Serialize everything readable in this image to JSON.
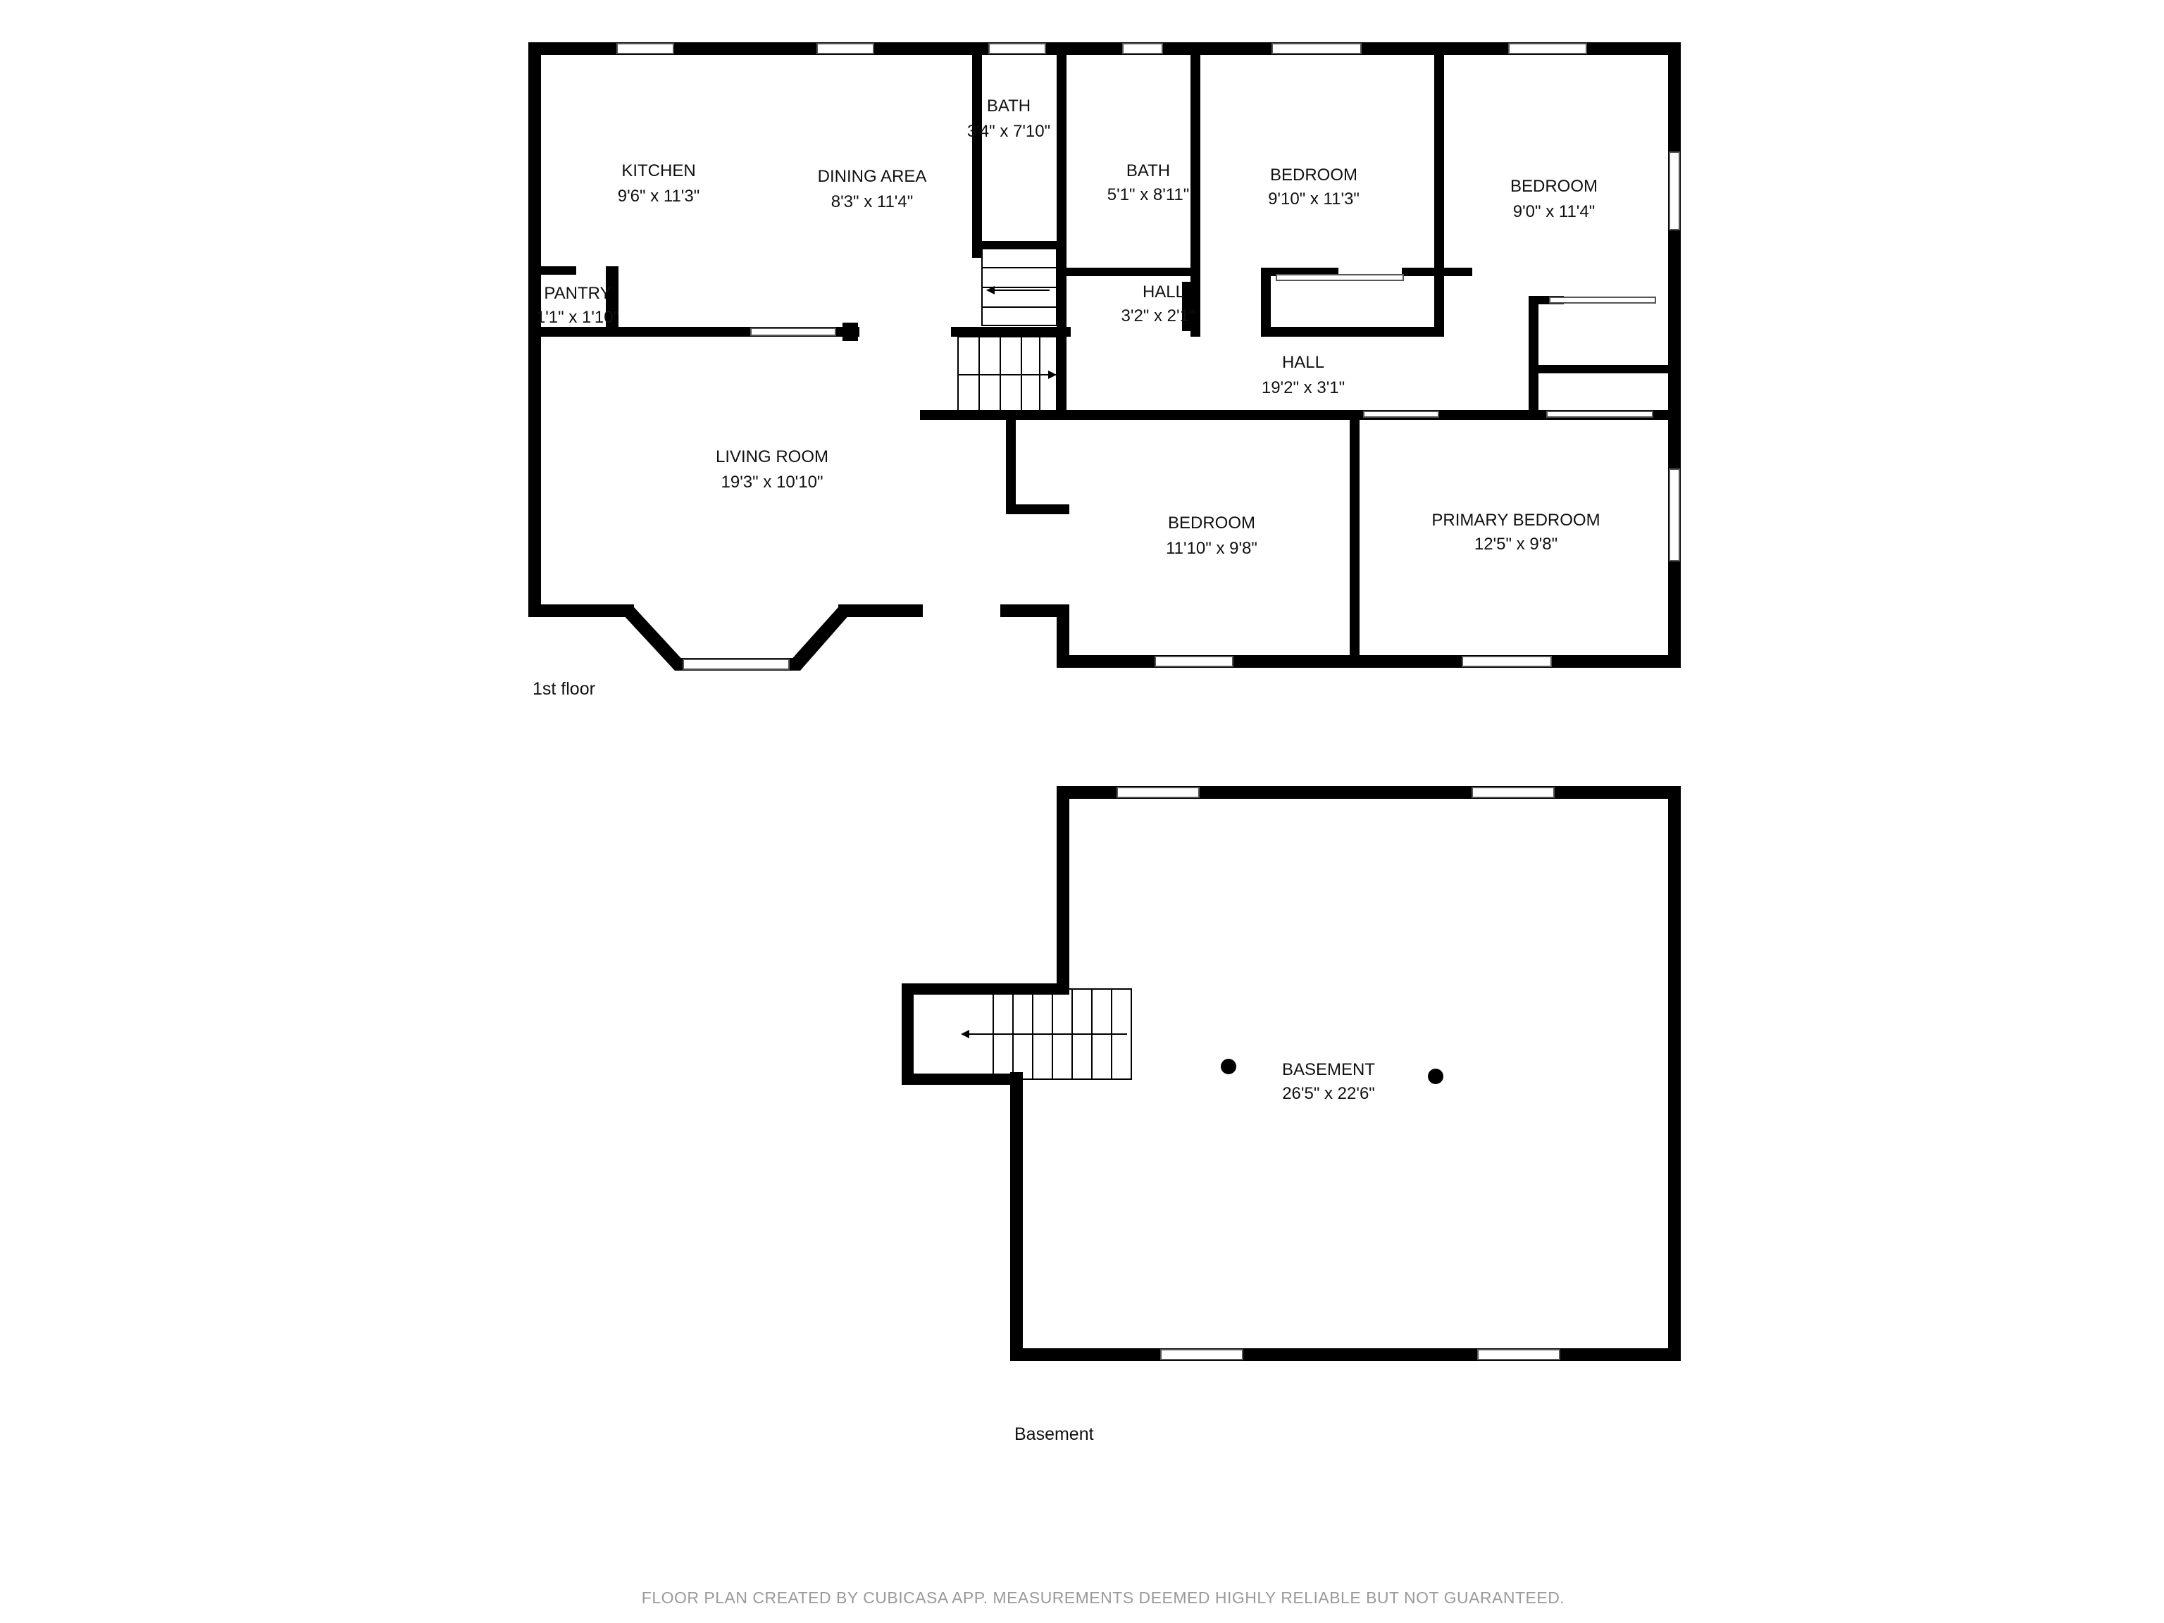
{
  "floors": [
    {
      "label": "1st floor",
      "rooms": [
        {
          "name": "KITCHEN",
          "dims": "9'6\" x 11'3\""
        },
        {
          "name": "DINING AREA",
          "dims": "8'3\" x 11'4\""
        },
        {
          "name": "BATH",
          "dims": "3'4\" x 7'10\""
        },
        {
          "name": "BATH",
          "dims": "5'1\" x 8'11\""
        },
        {
          "name": "BEDROOM",
          "dims": "9'10\" x 11'3\""
        },
        {
          "name": "BEDROOM",
          "dims": "9'0\" x 11'4\""
        },
        {
          "name": "PANTRY",
          "dims": "1'1\" x 1'10\""
        },
        {
          "name": "HALL",
          "dims": "3'2\" x 2'1\""
        },
        {
          "name": "HALL",
          "dims": "19'2\" x 3'1\""
        },
        {
          "name": "LIVING ROOM",
          "dims": "19'3\" x 10'10\""
        },
        {
          "name": "BEDROOM",
          "dims": "11'10\" x 9'8\""
        },
        {
          "name": "PRIMARY BEDROOM",
          "dims": "12'5\" x 9'8\""
        }
      ]
    },
    {
      "label": "Basement",
      "rooms": [
        {
          "name": "BASEMENT",
          "dims": "26'5\" x 22'6\""
        }
      ]
    }
  ],
  "footer": "FLOOR PLAN CREATED BY CUBICASA APP. MEASUREMENTS DEEMED HIGHLY RELIABLE BUT NOT GUARANTEED."
}
